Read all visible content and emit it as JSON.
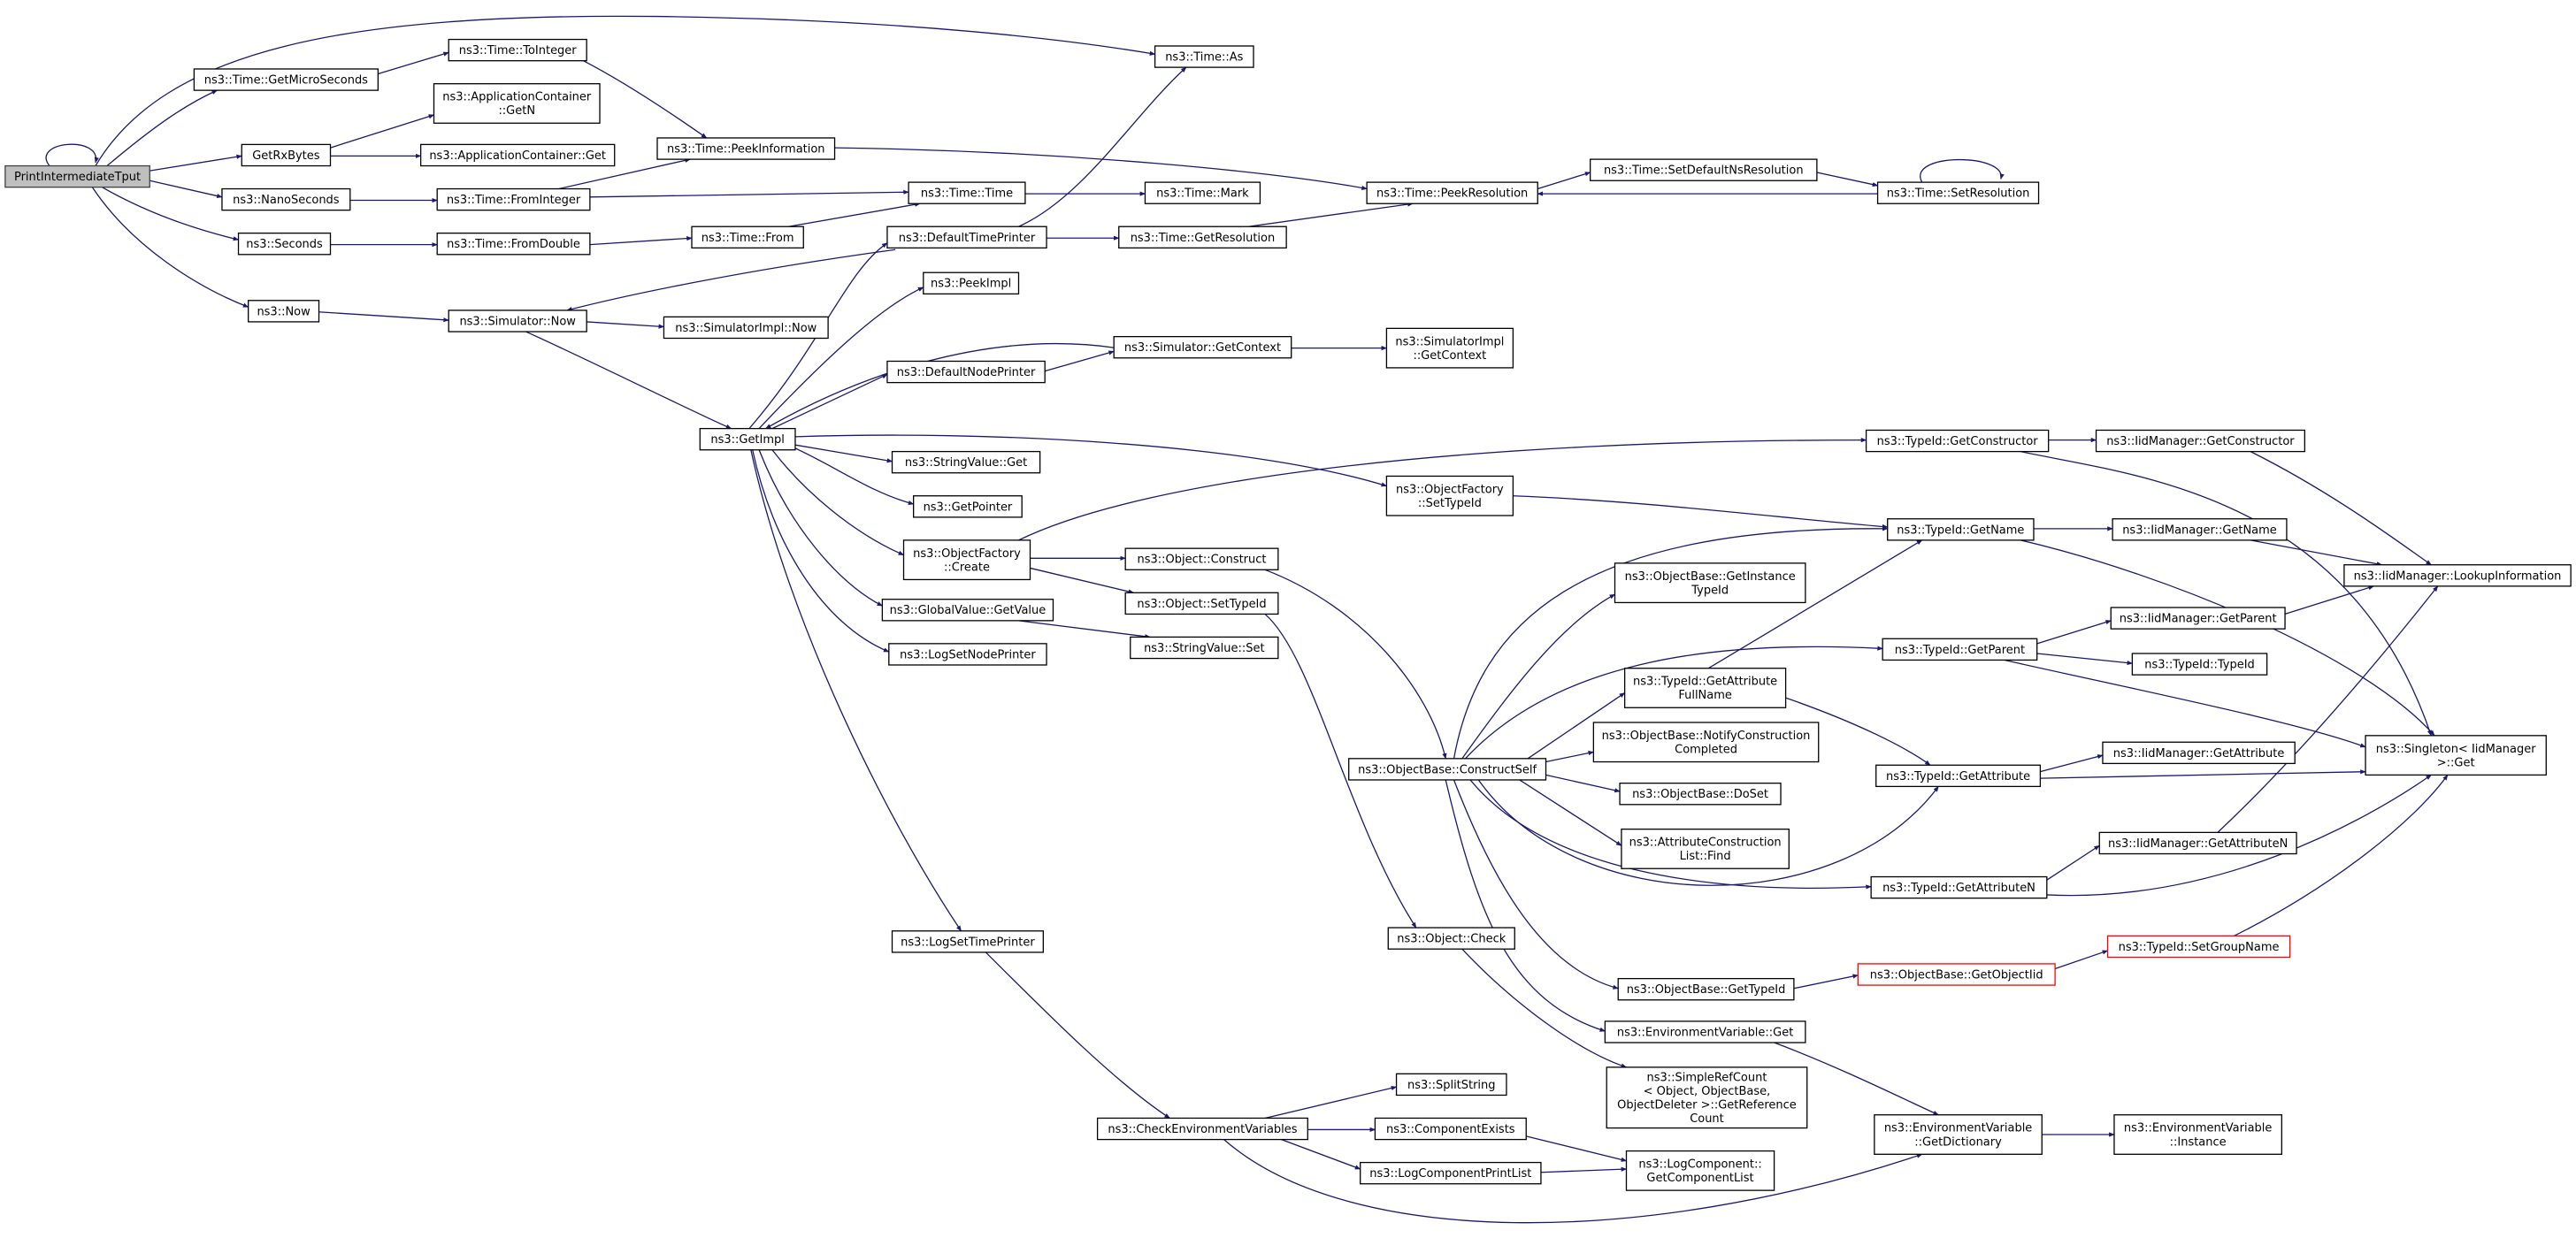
{
  "colors": {
    "edge": "#191970",
    "node_border": "#000000",
    "root_fill": "#bfbfbf",
    "missing_border": "#ff0000",
    "background": "#ffffff"
  },
  "graph": {
    "nodes": [
      {
        "id": "pit",
        "lines": [
          "PrintIntermediateTput"
        ],
        "style": "root"
      },
      {
        "id": "getMicro",
        "lines": [
          "ns3::Time::GetMicroSeconds"
        ],
        "style": "normal"
      },
      {
        "id": "toInteger",
        "lines": [
          "ns3::Time::ToInteger"
        ],
        "style": "normal"
      },
      {
        "id": "timeAs",
        "lines": [
          "ns3::Time::As"
        ],
        "style": "normal"
      },
      {
        "id": "getRxBytes",
        "lines": [
          "GetRxBytes"
        ],
        "style": "normal"
      },
      {
        "id": "appGetN",
        "lines": [
          "ns3::ApplicationContainer",
          "::GetN"
        ],
        "style": "normal"
      },
      {
        "id": "appGet",
        "lines": [
          "ns3::ApplicationContainer::Get"
        ],
        "style": "normal"
      },
      {
        "id": "peekInfo",
        "lines": [
          "ns3::Time::PeekInformation"
        ],
        "style": "normal"
      },
      {
        "id": "nanoSeconds",
        "lines": [
          "ns3::NanoSeconds"
        ],
        "style": "normal"
      },
      {
        "id": "fromInteger",
        "lines": [
          "ns3::Time::FromInteger"
        ],
        "style": "normal"
      },
      {
        "id": "timeTime",
        "lines": [
          "ns3::Time::Time"
        ],
        "style": "normal"
      },
      {
        "id": "timeMark",
        "lines": [
          "ns3::Time::Mark"
        ],
        "style": "normal"
      },
      {
        "id": "peekRes",
        "lines": [
          "ns3::Time::PeekResolution"
        ],
        "style": "normal"
      },
      {
        "id": "setDefNs",
        "lines": [
          "ns3::Time::SetDefaultNsResolution"
        ],
        "style": "normal"
      },
      {
        "id": "setRes",
        "lines": [
          "ns3::Time::SetResolution"
        ],
        "style": "normal"
      },
      {
        "id": "seconds",
        "lines": [
          "ns3::Seconds"
        ],
        "style": "normal"
      },
      {
        "id": "fromDouble",
        "lines": [
          "ns3::Time::FromDouble"
        ],
        "style": "normal"
      },
      {
        "id": "timeFrom",
        "lines": [
          "ns3::Time::From"
        ],
        "style": "normal"
      },
      {
        "id": "defTimePrinter",
        "lines": [
          "ns3::DefaultTimePrinter"
        ],
        "style": "normal"
      },
      {
        "id": "getResolution",
        "lines": [
          "ns3::Time::GetResolution"
        ],
        "style": "normal"
      },
      {
        "id": "now",
        "lines": [
          "ns3::Now"
        ],
        "style": "normal"
      },
      {
        "id": "simNow",
        "lines": [
          "ns3::Simulator::Now"
        ],
        "style": "normal"
      },
      {
        "id": "simImplNow",
        "lines": [
          "ns3::SimulatorImpl::Now"
        ],
        "style": "normal"
      },
      {
        "id": "peekImpl",
        "lines": [
          "ns3::PeekImpl"
        ],
        "style": "normal"
      },
      {
        "id": "simGetContext",
        "lines": [
          "ns3::Simulator::GetContext"
        ],
        "style": "normal"
      },
      {
        "id": "simImplGetContext",
        "lines": [
          "ns3::SimulatorImpl",
          "::GetContext"
        ],
        "style": "normal"
      },
      {
        "id": "defNodePrinter",
        "lines": [
          "ns3::DefaultNodePrinter"
        ],
        "style": "normal"
      },
      {
        "id": "getImpl",
        "lines": [
          "ns3::GetImpl"
        ],
        "style": "normal"
      },
      {
        "id": "strValGet",
        "lines": [
          "ns3::StringValue::Get"
        ],
        "style": "normal"
      },
      {
        "id": "getPointer",
        "lines": [
          "ns3::GetPointer"
        ],
        "style": "normal"
      },
      {
        "id": "ofSetTypeId",
        "lines": [
          "ns3::ObjectFactory",
          "::SetTypeId"
        ],
        "style": "normal"
      },
      {
        "id": "tidGetCtor",
        "lines": [
          "ns3::TypeId::GetConstructor"
        ],
        "style": "normal"
      },
      {
        "id": "iidGetCtor",
        "lines": [
          "ns3::IidManager::GetConstructor"
        ],
        "style": "normal"
      },
      {
        "id": "ofCreate",
        "lines": [
          "ns3::ObjectFactory",
          "::Create"
        ],
        "style": "normal"
      },
      {
        "id": "objConstruct",
        "lines": [
          "ns3::Object::Construct"
        ],
        "style": "normal"
      },
      {
        "id": "tidGetName",
        "lines": [
          "ns3::TypeId::GetName"
        ],
        "style": "normal"
      },
      {
        "id": "iidGetName",
        "lines": [
          "ns3::IidManager::GetName"
        ],
        "style": "normal"
      },
      {
        "id": "lookupInfo",
        "lines": [
          "ns3::IidManager::LookupInformation"
        ],
        "style": "normal"
      },
      {
        "id": "obGetInstTid",
        "lines": [
          "ns3::ObjectBase::GetInstance",
          "TypeId"
        ],
        "style": "normal"
      },
      {
        "id": "objSetTypeId",
        "lines": [
          "ns3::Object::SetTypeId"
        ],
        "style": "normal"
      },
      {
        "id": "gvGetValue",
        "lines": [
          "ns3::GlobalValue::GetValue"
        ],
        "style": "normal"
      },
      {
        "id": "strValSet",
        "lines": [
          "ns3::StringValue::Set"
        ],
        "style": "normal"
      },
      {
        "id": "logSetNode",
        "lines": [
          "ns3::LogSetNodePrinter"
        ],
        "style": "normal"
      },
      {
        "id": "tidGetParent",
        "lines": [
          "ns3::TypeId::GetParent"
        ],
        "style": "normal"
      },
      {
        "id": "iidGetParent",
        "lines": [
          "ns3::IidManager::GetParent"
        ],
        "style": "normal"
      },
      {
        "id": "tidTypeId",
        "lines": [
          "ns3::TypeId::TypeId"
        ],
        "style": "normal"
      },
      {
        "id": "tidGetAttrFull",
        "lines": [
          "ns3::TypeId::GetAttribute",
          "FullName"
        ],
        "style": "normal"
      },
      {
        "id": "obNotify",
        "lines": [
          "ns3::ObjectBase::NotifyConstruction",
          "Completed"
        ],
        "style": "normal"
      },
      {
        "id": "obConstructSelf",
        "lines": [
          "ns3::ObjectBase::ConstructSelf"
        ],
        "style": "normal"
      },
      {
        "id": "tidGetAttr",
        "lines": [
          "ns3::TypeId::GetAttribute"
        ],
        "style": "normal"
      },
      {
        "id": "iidGetAttr",
        "lines": [
          "ns3::IidManager::GetAttribute"
        ],
        "style": "normal"
      },
      {
        "id": "singletonGet",
        "lines": [
          "ns3::Singleton< IidManager",
          ">::Get"
        ],
        "style": "normal"
      },
      {
        "id": "obDoSet",
        "lines": [
          "ns3::ObjectBase::DoSet"
        ],
        "style": "normal"
      },
      {
        "id": "attrFind",
        "lines": [
          "ns3::AttributeConstruction",
          "List::Find"
        ],
        "style": "normal"
      },
      {
        "id": "iidGetAttrN",
        "lines": [
          "ns3::IidManager::GetAttributeN"
        ],
        "style": "normal"
      },
      {
        "id": "tidGetAttrN",
        "lines": [
          "ns3::TypeId::GetAttributeN"
        ],
        "style": "normal"
      },
      {
        "id": "logSetTime",
        "lines": [
          "ns3::LogSetTimePrinter"
        ],
        "style": "normal"
      },
      {
        "id": "objCheck",
        "lines": [
          "ns3::Object::Check"
        ],
        "style": "normal"
      },
      {
        "id": "tidSetGroup",
        "lines": [
          "ns3::TypeId::SetGroupName"
        ],
        "style": "missing"
      },
      {
        "id": "obGetObjIid",
        "lines": [
          "ns3::ObjectBase::GetObjectIid"
        ],
        "style": "missing"
      },
      {
        "id": "obGetTid",
        "lines": [
          "ns3::ObjectBase::GetTypeId"
        ],
        "style": "normal"
      },
      {
        "id": "envGet",
        "lines": [
          "ns3::EnvironmentVariable::Get"
        ],
        "style": "normal"
      },
      {
        "id": "simpleRef",
        "lines": [
          "ns3::SimpleRefCount",
          "< Object, ObjectBase,",
          "ObjectDeleter >::GetReference",
          "Count"
        ],
        "style": "normal"
      },
      {
        "id": "splitString",
        "lines": [
          "ns3::SplitString"
        ],
        "style": "normal"
      },
      {
        "id": "checkEnv",
        "lines": [
          "ns3::CheckEnvironmentVariables"
        ],
        "style": "normal"
      },
      {
        "id": "compExists",
        "lines": [
          "ns3::ComponentExists"
        ],
        "style": "normal"
      },
      {
        "id": "envGetDict",
        "lines": [
          "ns3::EnvironmentVariable",
          "::GetDictionary"
        ],
        "style": "normal"
      },
      {
        "id": "envInstance",
        "lines": [
          "ns3::EnvironmentVariable",
          "::Instance"
        ],
        "style": "normal"
      },
      {
        "id": "logCompPrint",
        "lines": [
          "ns3::LogComponentPrintList"
        ],
        "style": "normal"
      },
      {
        "id": "logCompGetList",
        "lines": [
          "ns3::LogComponent::",
          "GetComponentList"
        ],
        "style": "normal"
      }
    ]
  }
}
